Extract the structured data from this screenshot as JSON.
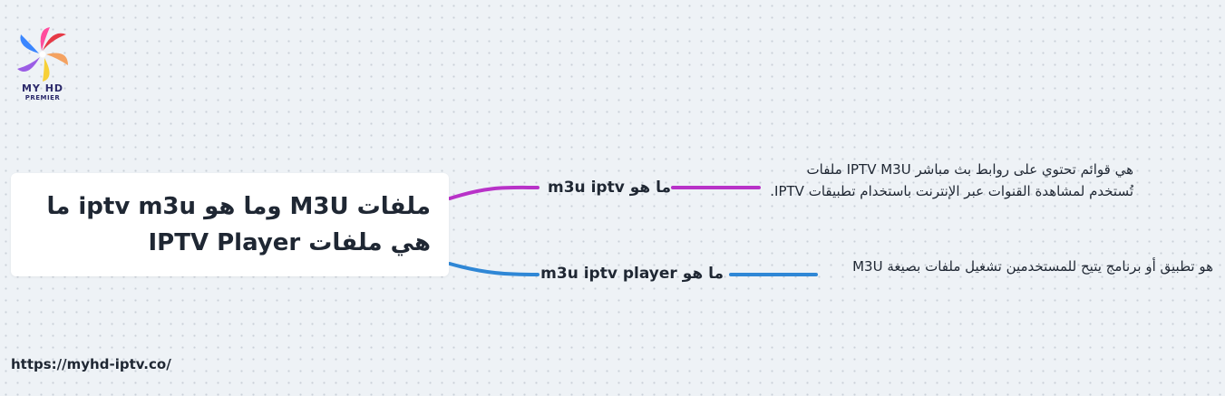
{
  "logo": {
    "line1": "MY HD",
    "line2": "PREMIER",
    "colors": [
      "#e63946",
      "#f4a261",
      "#f7d038",
      "#9b5de5",
      "#3a86ff",
      "#ff4d9d"
    ]
  },
  "root": {
    "title": "ملفات M3U وما هو iptv m3u ما هي ملفات IPTV Player"
  },
  "branches": [
    {
      "label": "ما هو m3u iptv",
      "color": "#b832c8",
      "detail": "هي قوائم تحتوي على روابط بث مباشر IPTV M3U ملفات تُستخدم لمشاهدة القنوات عبر الإنترنت باستخدام تطبيقات IPTV."
    },
    {
      "label": "ما هو m3u iptv player",
      "color": "#2f87d6",
      "detail": "هو تطبيق أو برنامج يتيح للمستخدمين تشغيل ملفات بصيغة M3U"
    }
  ],
  "footer": {
    "url": "https://myhd-iptv.co/"
  }
}
